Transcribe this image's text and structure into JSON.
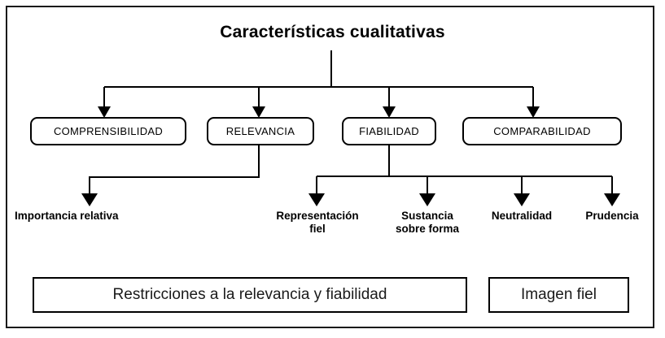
{
  "diagram": {
    "title": "Características cualitativas",
    "frame": {
      "stroke": "#1a1a1a"
    },
    "categories": [
      {
        "label": "COMPRENSIBILIDAD"
      },
      {
        "label": "RELEVANCIA"
      },
      {
        "label": "FIABILIDAD"
      },
      {
        "label": "COMPARABILIDAD"
      }
    ],
    "relevancia_children": [
      {
        "label": "Importancia relativa"
      }
    ],
    "fiabilidad_children": [
      {
        "label": "Representación\nfiel"
      },
      {
        "label": "Sustancia\nsobre forma"
      },
      {
        "label": "Neutralidad"
      },
      {
        "label": "Prudencia"
      }
    ],
    "footer_boxes": [
      {
        "label": "Restricciones a la relevancia y fiabilidad"
      },
      {
        "label": "Imagen fiel"
      }
    ],
    "colors": {
      "line": "#000000",
      "text": "#000000",
      "background": "#ffffff"
    }
  }
}
